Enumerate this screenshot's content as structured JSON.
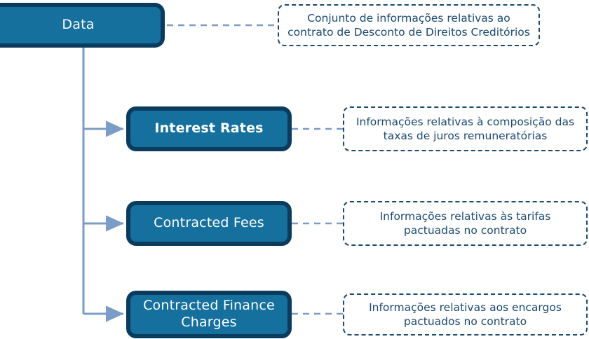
{
  "diagram": {
    "title": "Data",
    "nodes": [
      {
        "id": "data",
        "label": "Data",
        "note": "Conjunto de informações relativas ao contrato de Desconto de Direitos Creditórios"
      },
      {
        "id": "interest-rates",
        "label": "Interest Rates",
        "note": "Informações relativas à composição das taxas de juros remuneratórias"
      },
      {
        "id": "contracted-fees",
        "label": "Contracted Fees",
        "note": "Informações relativas às tarifas pactuadas no contrato"
      },
      {
        "id": "contracted-finance-charges",
        "label": "Contracted Finance Charges",
        "note": "Informações relativas aos encargos pactuados no contrato"
      }
    ],
    "colors": {
      "node_fill": "#15709e",
      "node_border": "#0b3c5d",
      "node_text": "#ffffff",
      "connector": "#7a9cc6",
      "note_border": "#1a4971",
      "note_text": "#1a4971",
      "background": "#ffffff"
    }
  }
}
